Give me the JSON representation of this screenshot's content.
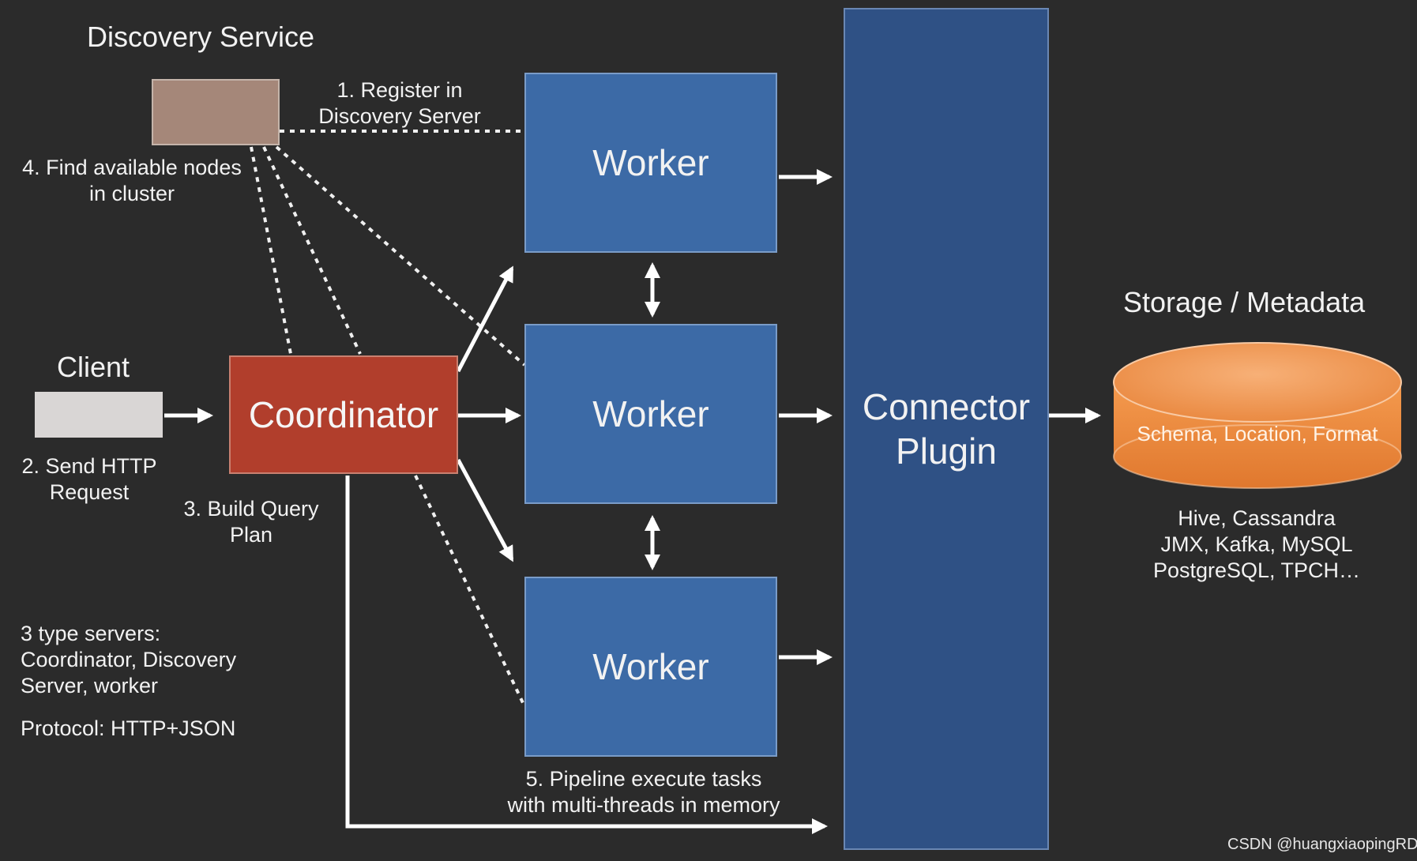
{
  "headings": {
    "discovery_service": "Discovery Service",
    "client": "Client",
    "storage_metadata": "Storage / Metadata"
  },
  "boxes": {
    "worker_label": "Worker",
    "coordinator": "Coordinator",
    "connector": "Connector\nPlugin",
    "storage_cylinder": "Schema, Location, Format"
  },
  "steps": {
    "register": "1. Register in\nDiscovery Server",
    "send_http": "2. Send HTTP\nRequest",
    "build_plan": "3. Build Query\nPlan",
    "find_nodes": "4. Find available nodes\nin cluster",
    "pipeline": "5. Pipeline execute tasks\nwith multi-threads in memory"
  },
  "storage_sources": "Hive, Cassandra\nJMX, Kafka, MySQL\nPostgreSQL, TPCH…",
  "notes": {
    "server_types": "3 type servers:\nCoordinator, Discovery\nServer, worker",
    "protocol": "Protocol: HTTP+JSON"
  },
  "watermark": "CSDN @huangxiaopingRD",
  "colors": {
    "background": "#2b2b2b",
    "worker": "#3c6aa6",
    "coordinator": "#b13e2c",
    "connector": "#2f5185",
    "discovery": "#a58779",
    "client": "#d9d6d5",
    "storage": "#ef8a3c"
  }
}
